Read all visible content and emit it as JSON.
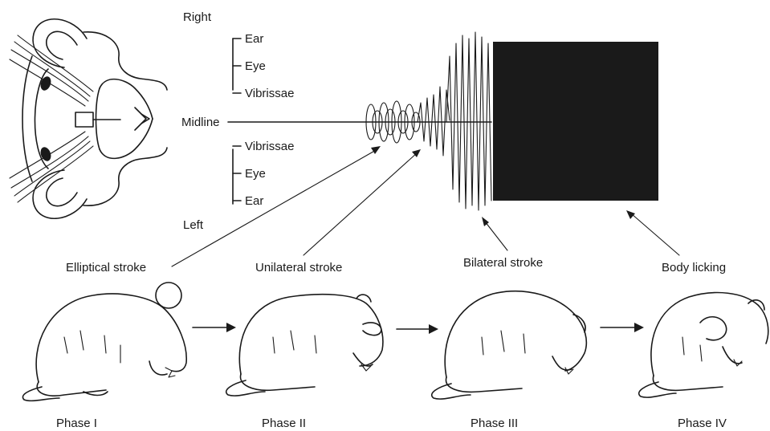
{
  "face_labels": {
    "right": "Right",
    "midline": "Midline",
    "left": "Left"
  },
  "scale_labels": {
    "upper": [
      "Ear",
      "Eye",
      "Vibrissae"
    ],
    "lower": [
      "Vibrissae",
      "Eye",
      "Ear"
    ]
  },
  "stroke_labels": [
    "Elliptical stroke",
    "Unilateral stroke",
    "Bilateral stroke",
    "Body licking"
  ],
  "phases": [
    "Phase I",
    "Phase II",
    "Phase III",
    "Phase IV"
  ],
  "colors": {
    "ink": "#1a1a1a",
    "background": "#ffffff"
  },
  "icons": [
    "rat-head-outline",
    "arrow-right",
    "pointer-arrow"
  ]
}
